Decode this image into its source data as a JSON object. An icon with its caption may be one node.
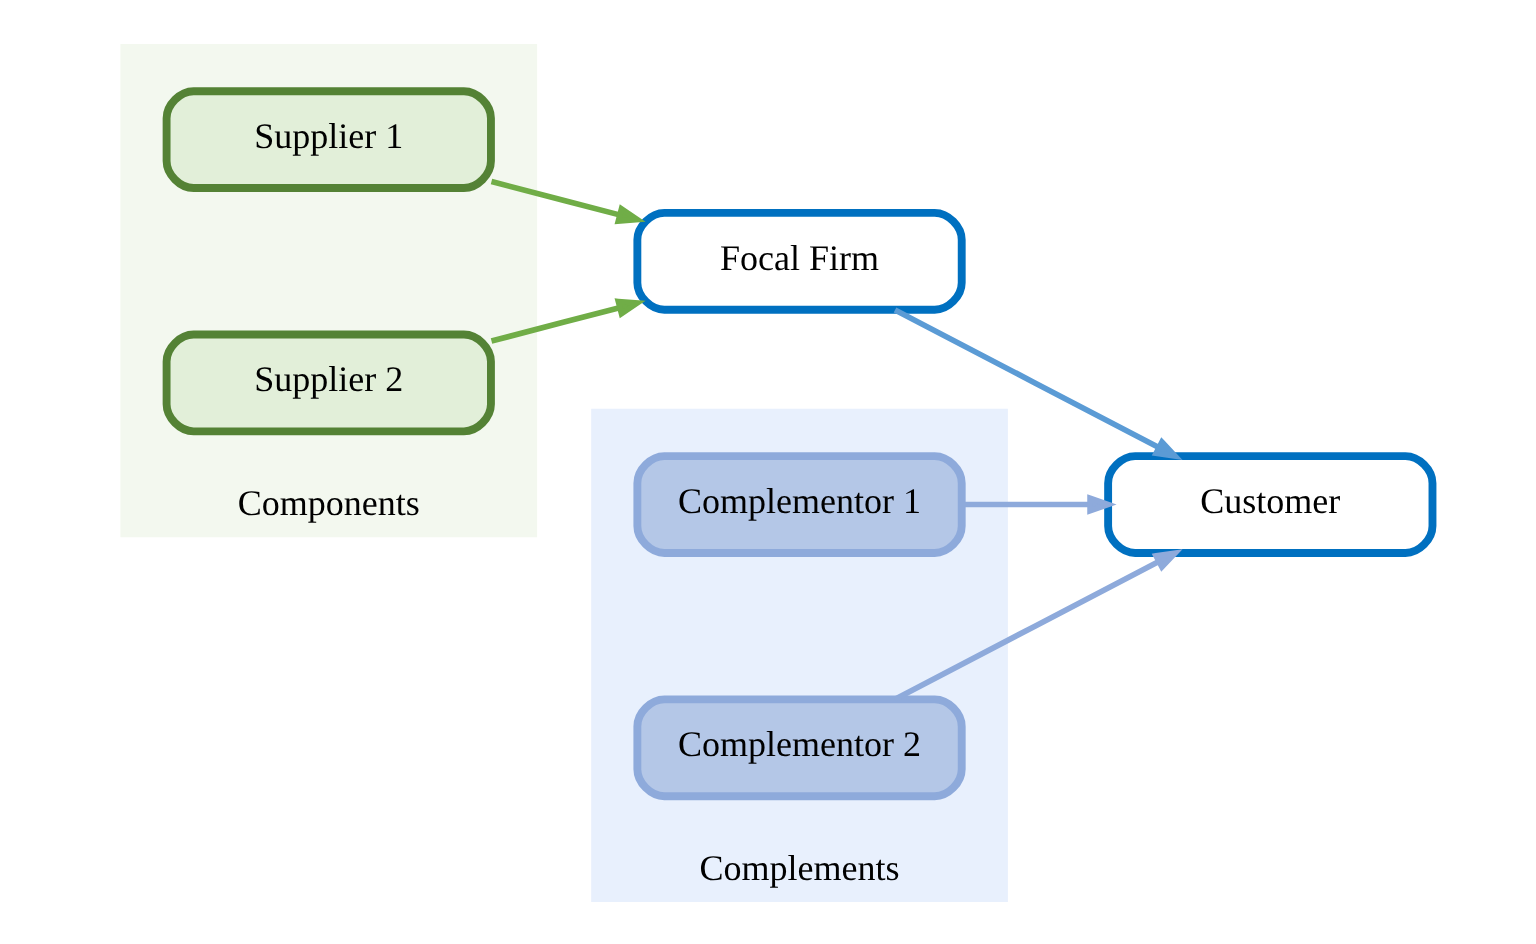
{
  "diagram": {
    "nodes": [
      {
        "text": [
          "Components"
        ]
      },
      {
        "text": [
          "Supplier 1"
        ],
        "in": 0
      },
      {
        "text": [
          "Supplier 2"
        ],
        "in": 0
      },
      {
        "text": [
          "Focal Firm"
        ]
      },
      {
        "text": [
          "Complements"
        ]
      },
      {
        "text": [
          "Complementor 1"
        ],
        "in": 4
      },
      {
        "text": [
          "Complementor 2"
        ],
        "in": 4
      },
      {
        "text": [
          "Customer"
        ]
      }
    ],
    "edges": [
      {
        "from": 1,
        "to": 3,
        "arrow": "to",
        "color": "#70ad47"
      },
      {
        "from": 2,
        "to": 3,
        "arrow": "to",
        "color": "#70ad47"
      },
      {
        "from": 3,
        "to": 7,
        "arrow": "to",
        "color": "#5b9bd5"
      },
      {
        "from": 5,
        "to": 7,
        "arrow": "to",
        "color": "#8eaadb"
      },
      {
        "from": 6,
        "to": 7,
        "arrow": "to",
        "color": "#8eaadb"
      }
    ]
  }
}
